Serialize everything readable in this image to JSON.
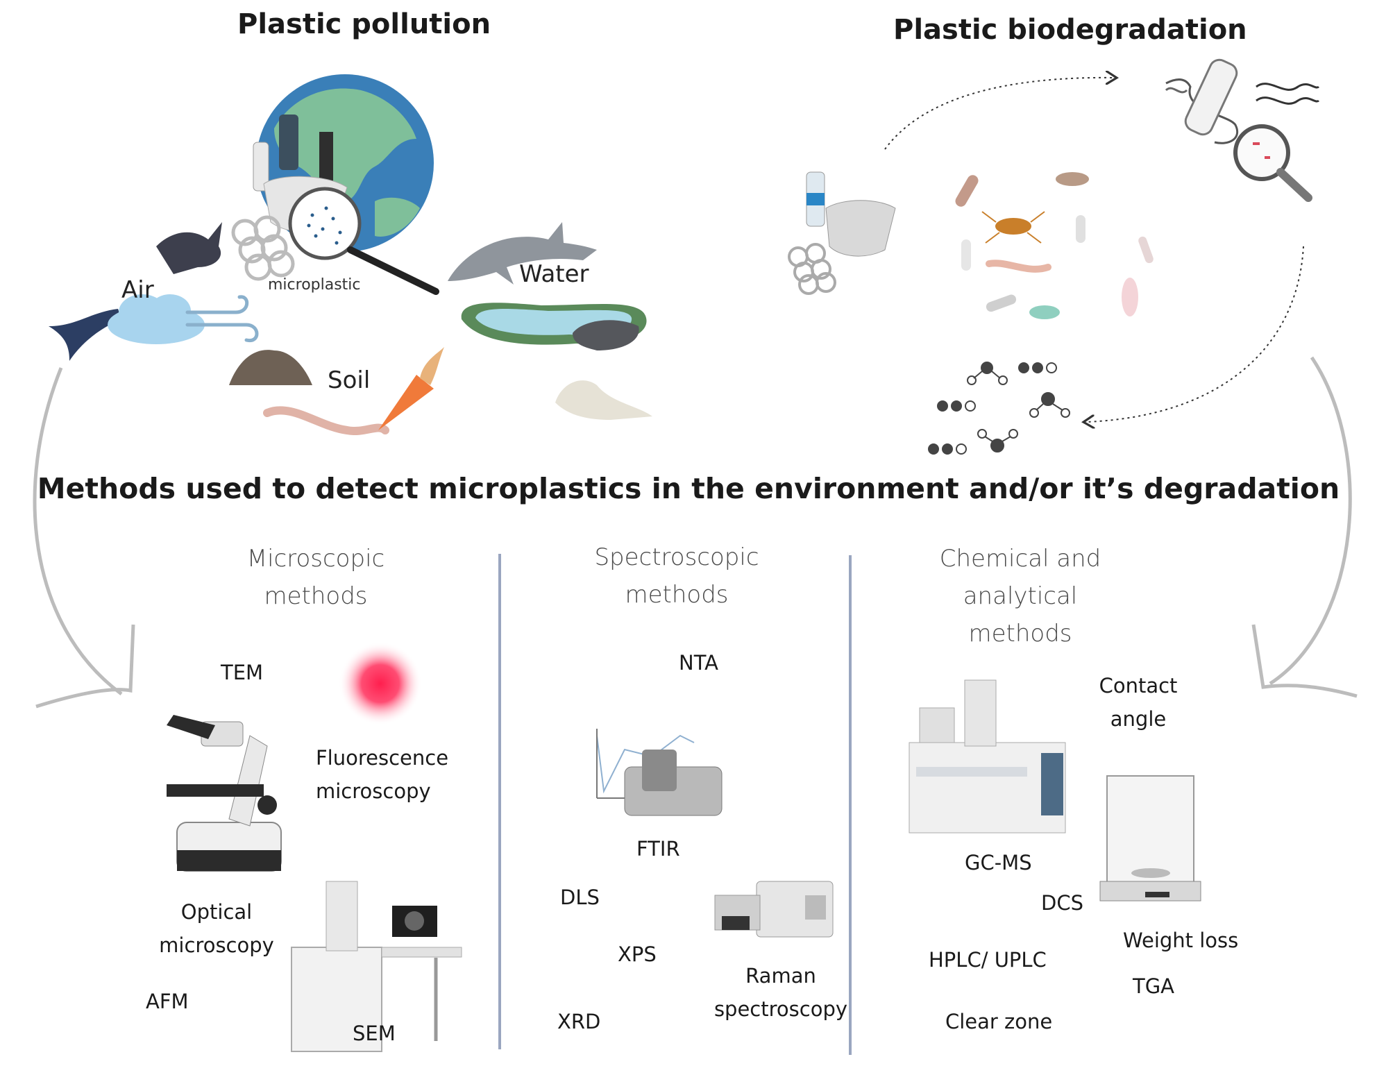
{
  "top": {
    "pollution_title": "Plastic pollution",
    "biodegradation_title": "Plastic biodegradation",
    "environments": {
      "air": "Air",
      "water": "Water",
      "soil": "Soil",
      "microplastic": "microplastic"
    }
  },
  "main_title": "Methods used to detect microplastics in the environment and/or it’s degradation",
  "columns": {
    "microscopic": {
      "heading_line1": "Microscopic",
      "heading_line2": "methods",
      "tem": "TEM",
      "fluorescence_line1": "Fluorescence",
      "fluorescence_line2": "microscopy",
      "optical_line1": "Optical",
      "optical_line2": "microscopy",
      "afm": "AFM",
      "sem": "SEM"
    },
    "spectroscopic": {
      "heading_line1": "Spectroscopic",
      "heading_line2": "methods",
      "nta": "NTA",
      "ftir": "FTIR",
      "dls": "DLS",
      "xps": "XPS",
      "xrd": "XRD",
      "raman_line1": "Raman",
      "raman_line2": "spectroscopy"
    },
    "chemical": {
      "heading_line1": "Chemical and",
      "heading_line2": "analytical",
      "heading_line3": "methods",
      "contact_line1": "Contact",
      "contact_line2": "angle",
      "gcms": "GC-MS",
      "dcs": "DCS",
      "hplc": "HPLC/ UPLC",
      "weight_loss": "Weight loss",
      "tga": "TGA",
      "clear_zone": "Clear zone"
    }
  },
  "colors": {
    "divider": "#9aa6c0",
    "arrow": "#bdbdbd",
    "globe_ocean": "#3a7fb8",
    "globe_land": "#7fbf9a",
    "water": "#a9d9e6",
    "fluorescence": "#ff1f4e"
  }
}
